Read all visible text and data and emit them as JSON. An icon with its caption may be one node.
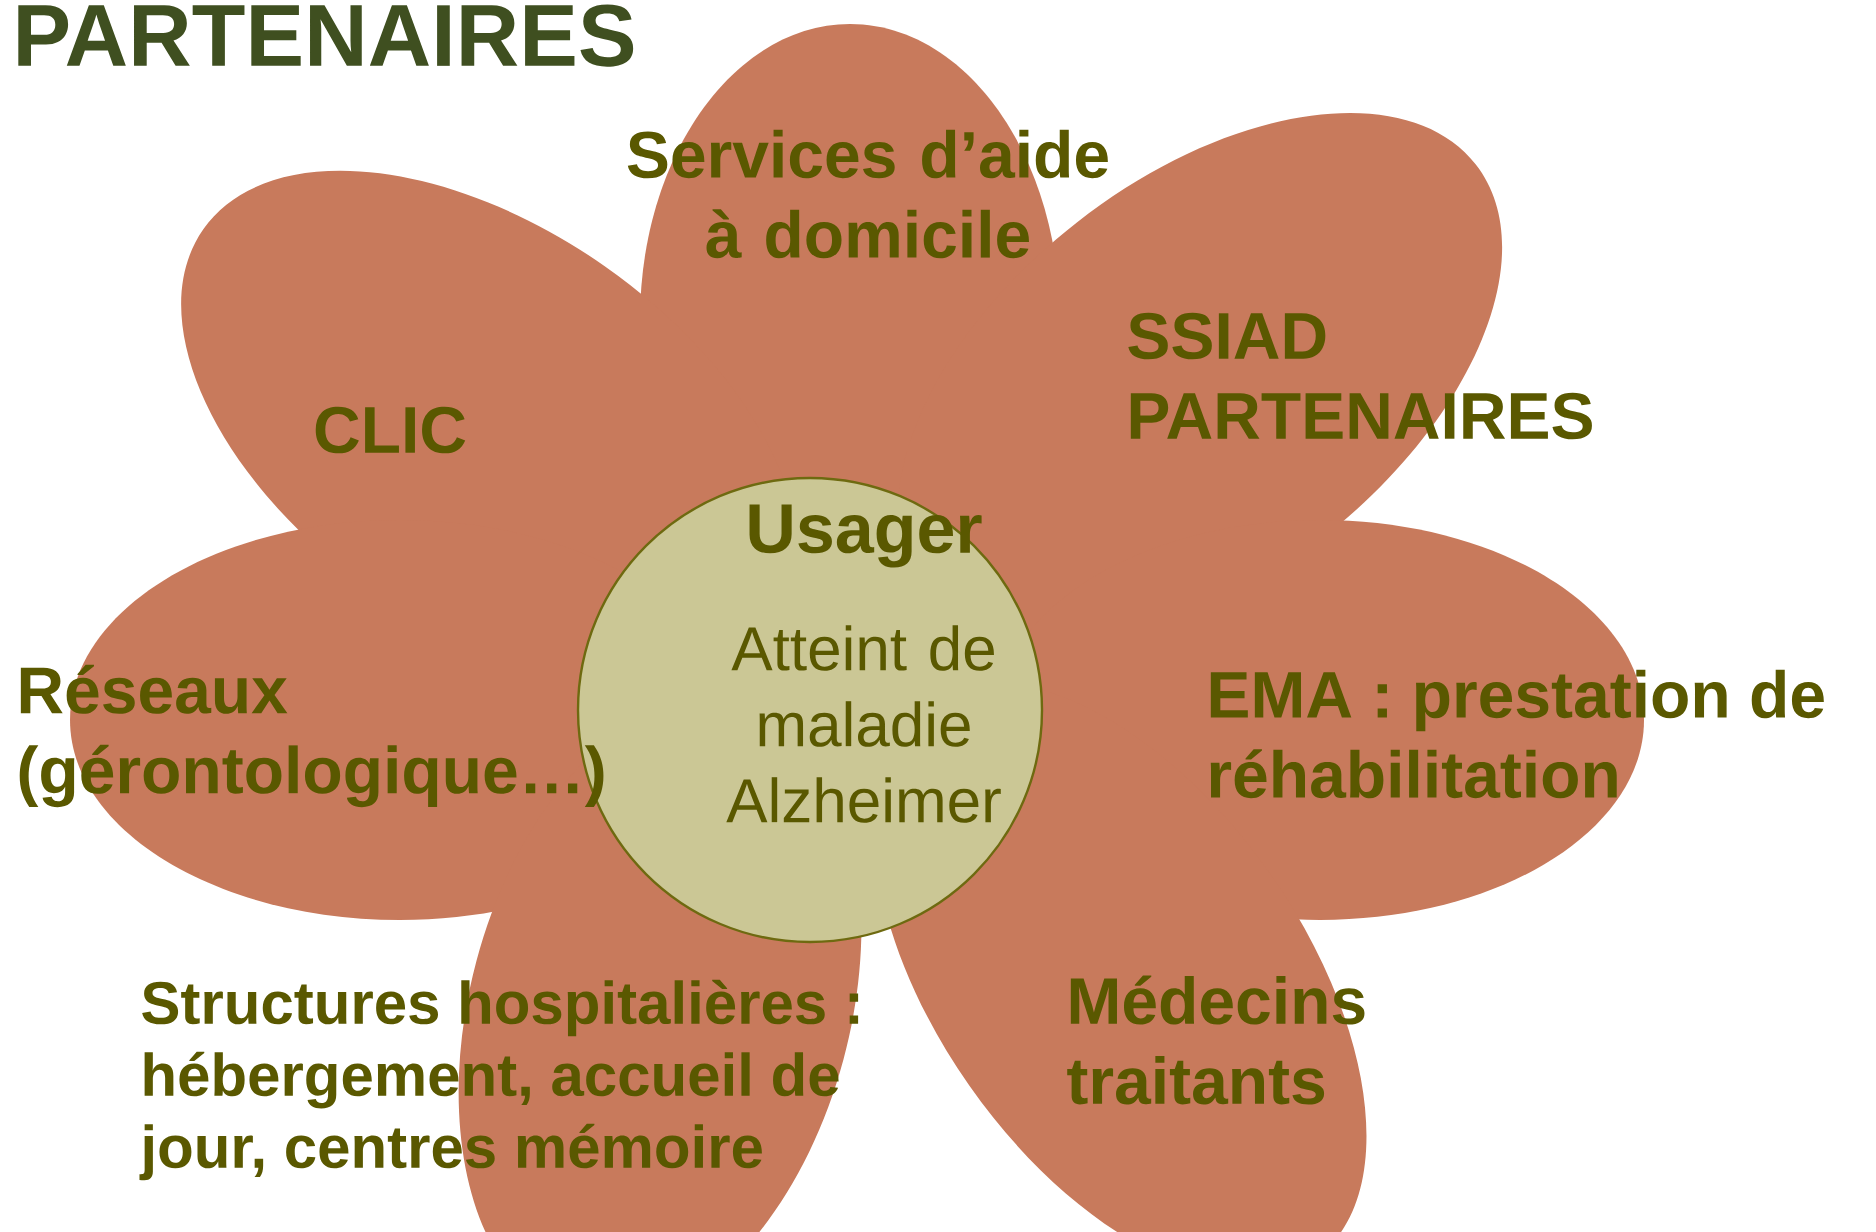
{
  "diagram": {
    "title": "PARTENAIRES",
    "nodes": [
      {
        "text": [
          "Services d’aide à domicile"
        ]
      },
      {
        "text": [
          "CLIC"
        ]
      },
      {
        "text": [
          "SSIAD PARTENAIRES"
        ]
      },
      {
        "text": [
          "Usager",
          "Atteint de maladie Alzheimer"
        ]
      },
      {
        "text": [
          "Réseaux (gérontologique…)"
        ]
      },
      {
        "text": [
          "EMA : prestation de réhabilitation"
        ]
      },
      {
        "text": [
          "Structures hospitalières : hébergement, accueil de jour, centres mémoire"
        ]
      },
      {
        "text": [
          "Médecins traitants"
        ]
      }
    ]
  }
}
